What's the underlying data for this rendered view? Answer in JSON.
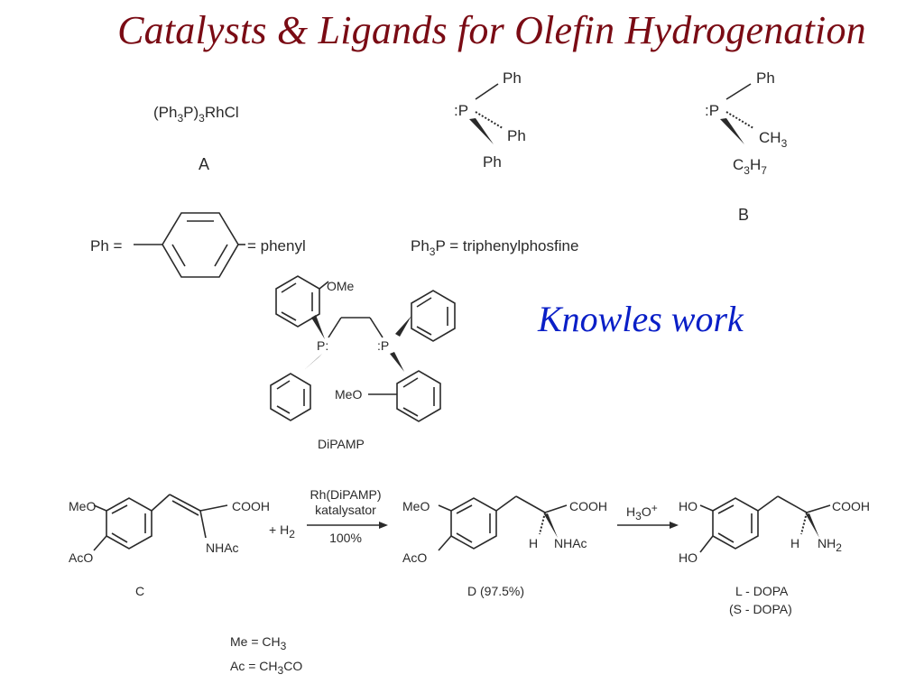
{
  "title": "Catalysts & Ligands for Olefin Hydrogenation",
  "knowles": "Knowles work",
  "catalyst_a": {
    "formula_parts": [
      "(Ph",
      "3",
      "P)",
      "3",
      "RhCl"
    ],
    "label": "A"
  },
  "ligand_1": {
    "p": ":P",
    "ph_top": "Ph",
    "ph_right": "Ph",
    "ph_bottom": "Ph"
  },
  "ligand_b": {
    "p": ":P",
    "ph_top": "Ph",
    "ch3": [
      "CH",
      "3"
    ],
    "c3h7": [
      "C",
      "3",
      "H",
      "7"
    ],
    "label": "B"
  },
  "ph_def": {
    "ph_eq": "Ph =",
    "phenyl": "= phenyl"
  },
  "ph3p_def": {
    "parts": [
      "Ph",
      "3",
      "P = triphenylphosfine"
    ]
  },
  "dipamp": {
    "ome": "OMe",
    "meo": "MeO",
    "p_left": "P:",
    "p_right": ":P",
    "label": "DiPAMP"
  },
  "reaction": {
    "c": {
      "meo": "MeO",
      "aco": "AcO",
      "cooh": "COOH",
      "nhac": "NHAc",
      "label": "C"
    },
    "h2": [
      "+ H",
      "2"
    ],
    "arrow1": [
      "Rh(DiPAMP)",
      "katalysator",
      "100%"
    ],
    "d": {
      "meo": "MeO",
      "aco": "AcO",
      "cooh": "COOH",
      "h": "H",
      "nhac": "NHAc",
      "label": "D (97.5%)"
    },
    "arrow2": [
      "H",
      "3",
      "O",
      "+"
    ],
    "l": {
      "ho_top": "HO",
      "ho_bottom": "HO",
      "cooh": "COOH",
      "h": "H",
      "nh2": [
        "NH",
        "2"
      ],
      "label1": "L - DOPA",
      "label2": "(S - DOPA)"
    }
  },
  "abbrev": {
    "me": [
      "Me = CH",
      "3"
    ],
    "ac": [
      "Ac = CH",
      "3",
      "CO"
    ]
  }
}
